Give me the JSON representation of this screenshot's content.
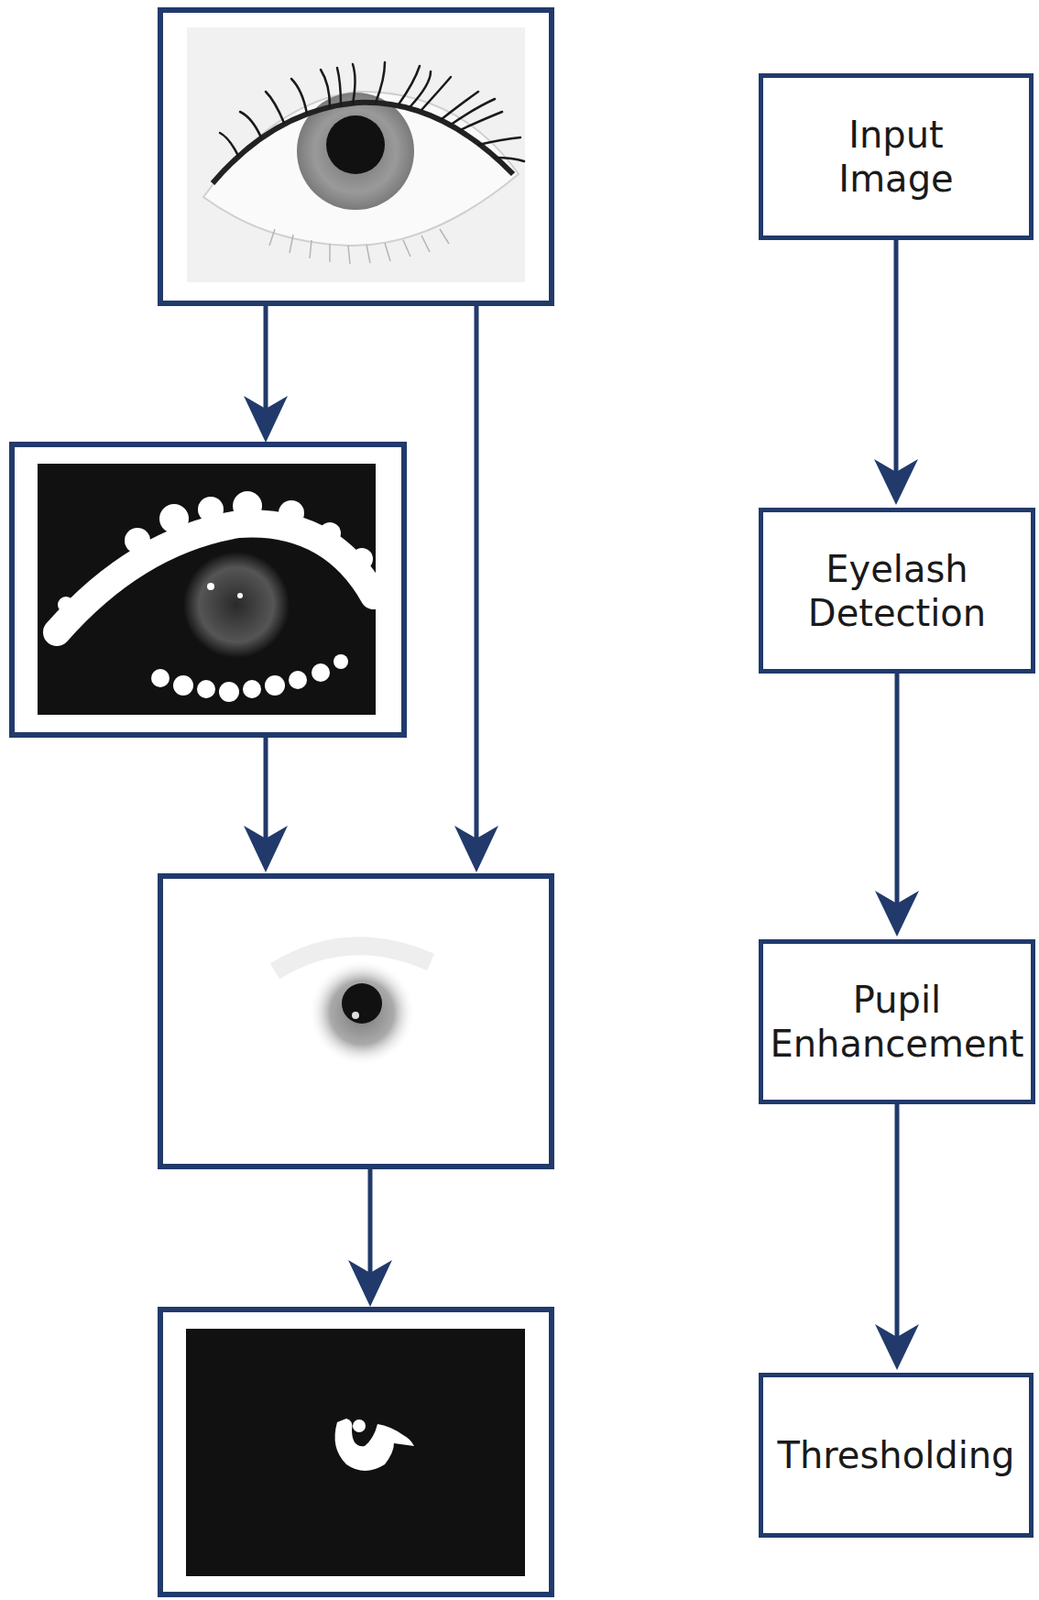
{
  "diagram": {
    "nodes": [
      {
        "text": [
          "Input Image"
        ]
      },
      {
        "text": [
          "Eyelash Detection"
        ]
      },
      {
        "text": [
          "Pupil Enhancement"
        ]
      },
      {
        "text": [
          "Thresholding"
        ]
      }
    ],
    "edges": [
      {
        "from": 0,
        "to": 1,
        "arrow": "to"
      },
      {
        "from": 1,
        "to": 2,
        "arrow": "to"
      },
      {
        "from": 2,
        "to": 3,
        "arrow": "to"
      }
    ]
  }
}
